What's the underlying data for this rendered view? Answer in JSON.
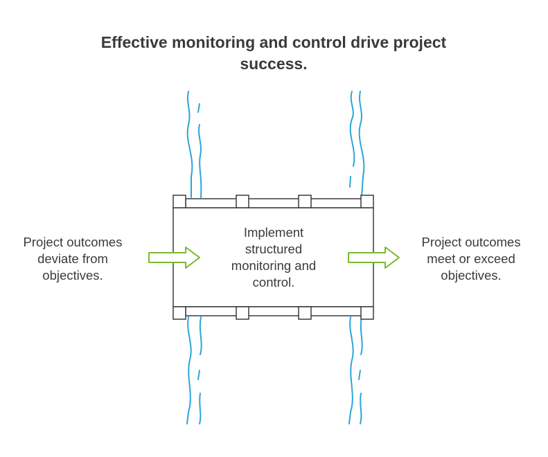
{
  "title": {
    "line1": "Effective monitoring and control drive project",
    "line2": "success."
  },
  "left": {
    "line1": "Project outcomes",
    "line2": "deviate from",
    "line3": "objectives."
  },
  "center": {
    "line1": "Implement",
    "line2": "structured",
    "line3": "monitoring and",
    "line4": "control."
  },
  "right": {
    "line1": "Project outcomes",
    "line2": "meet or exceed",
    "line3": "objectives."
  },
  "colors": {
    "water": "#2aa6d9",
    "arrow": "#7cb82f",
    "bridge": "#3a3a3a",
    "text": "#3a3a3a"
  }
}
